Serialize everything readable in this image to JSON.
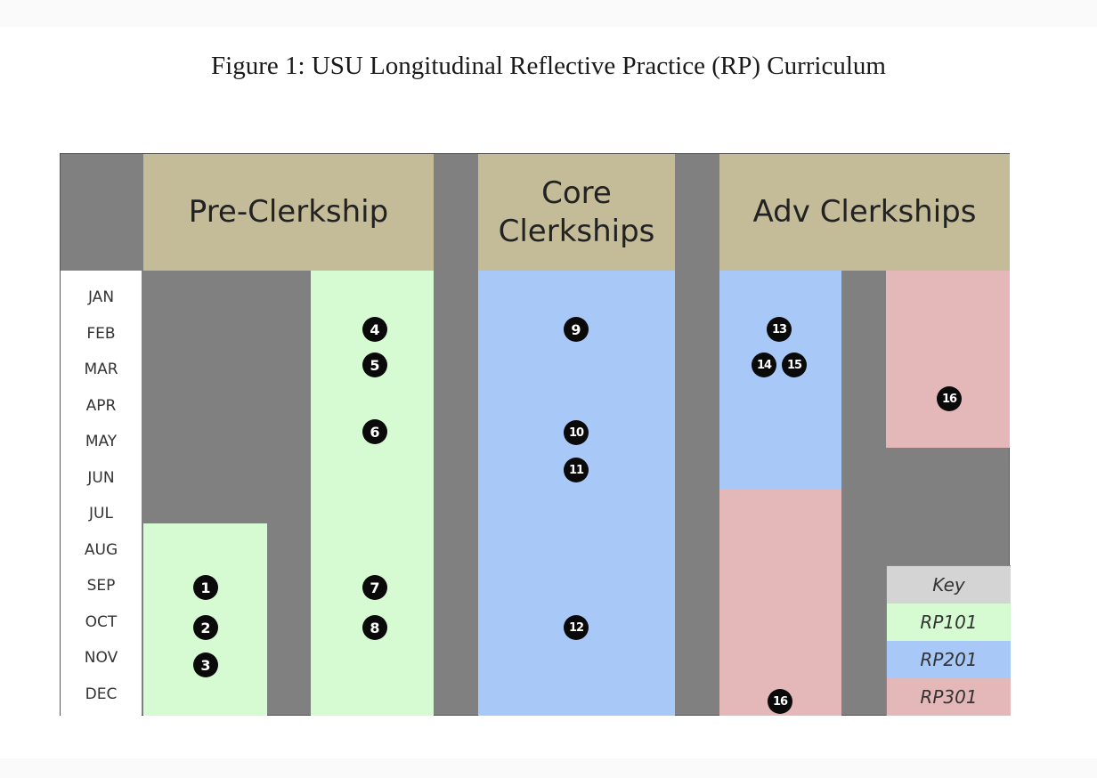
{
  "figure": {
    "title": "Figure 1: USU Longitudinal Reflective Practice (RP) Curriculum"
  },
  "headers": {
    "pre_clerkship": "Pre-Clerkship",
    "core_clerkships": "Core\nClerkships",
    "adv_clerkships": "Adv Clerkships"
  },
  "months": [
    "JAN",
    "FEB",
    "MAR",
    "APR",
    "MAY",
    "JUN",
    "JUL",
    "AUG",
    "SEP",
    "OCT",
    "NOV",
    "DEC"
  ],
  "markers": {
    "m1": "1",
    "m2": "2",
    "m3": "3",
    "m4": "4",
    "m5": "5",
    "m6": "6",
    "m7": "7",
    "m8": "8",
    "m9": "9",
    "m10": "10",
    "m11": "11",
    "m12": "12",
    "m13": "13",
    "m14": "14",
    "m15": "15",
    "m16a": "16",
    "m16b": "16"
  },
  "key": {
    "title": "Key",
    "rp101": "RP101",
    "rp201": "RP201",
    "rp301": "RP301"
  },
  "colors": {
    "rp101": "#d6fad2",
    "rp201": "#a8c8f8",
    "rp301": "#e4b8b8",
    "header": "#c4bc98",
    "gap": "#808080"
  }
}
